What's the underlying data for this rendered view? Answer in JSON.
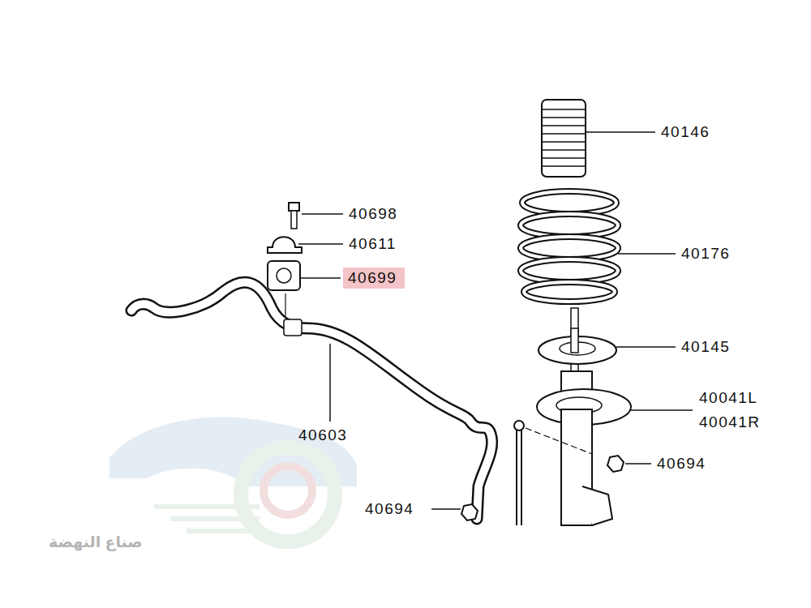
{
  "diagram": {
    "nodes": [
      {
        "text": [
          "40699"
        ]
      }
    ],
    "labels": [
      "40146",
      "40698",
      "40611",
      "40176",
      "40145",
      "40041L",
      "40041R",
      "40694",
      "40603",
      "40694",
      "صناع النهضة"
    ]
  }
}
